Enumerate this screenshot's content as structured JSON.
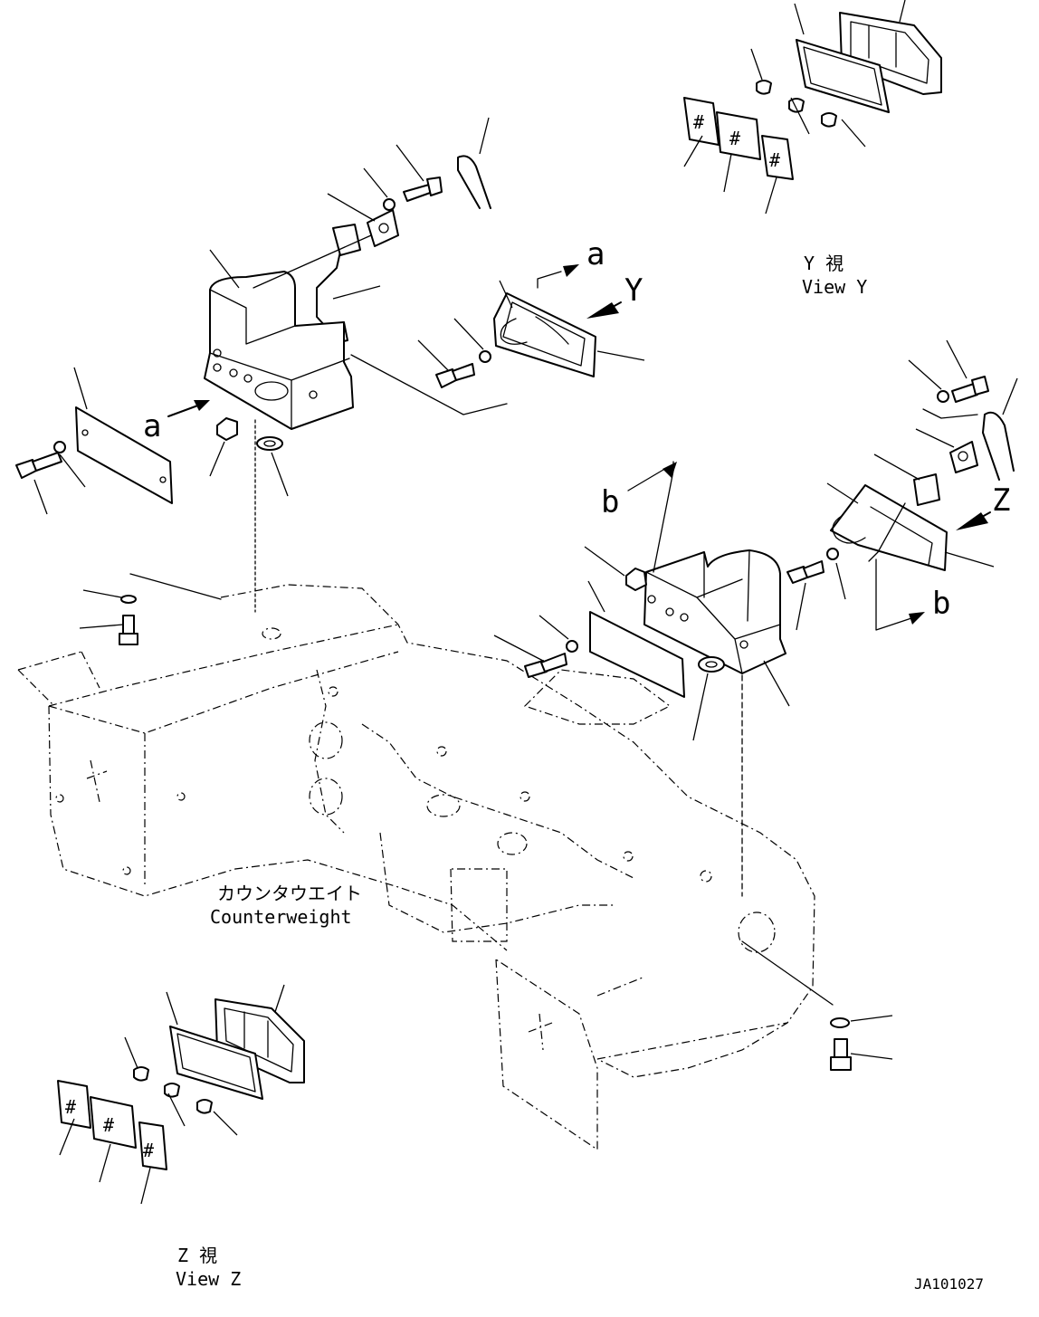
{
  "drawing": {
    "view_y_label_jp": "Y 視",
    "view_y_label_en": "View Y",
    "view_z_label_jp": "Z 視",
    "view_z_label_en": "View Z",
    "counterweight_jp": "カウンタウエイト",
    "counterweight_en": "Counterweight",
    "ref_a_top": "a",
    "ref_a_left": "a",
    "ref_b_top": "b",
    "ref_b_bottom": "b",
    "view_arrow_y": "Y",
    "view_arrow_z": "Z",
    "lens_mark": "#",
    "drawing_number": "JA101027"
  }
}
